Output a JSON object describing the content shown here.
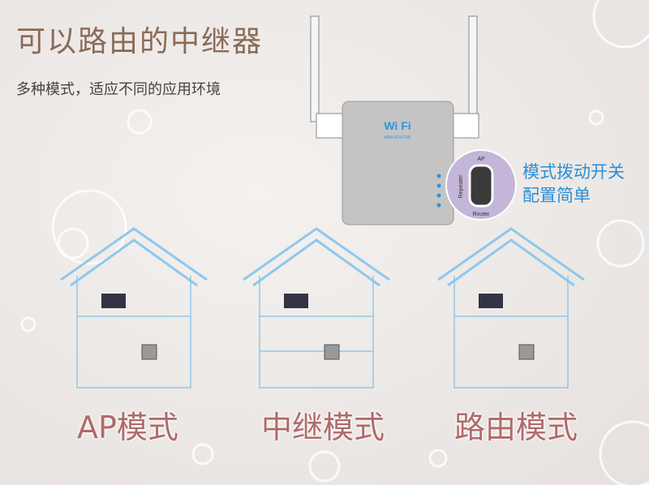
{
  "title": "可以路由的中继器",
  "subtitle": "多种模式，适应不同的应用环境",
  "device": {
    "brand": "Wi Fi",
    "model": "MINI ROUTER",
    "switch_positions": [
      "AP",
      "Repeater",
      "Router"
    ]
  },
  "switch_note": [
    "模式拨动开关",
    "配置简单"
  ],
  "modes": [
    "AP模式",
    "中继模式",
    "路由模式"
  ],
  "colors": {
    "accent": "#2b8fd6",
    "title": "#8b6a58",
    "label": "#b06a6a",
    "house": "#8fc8ec"
  }
}
